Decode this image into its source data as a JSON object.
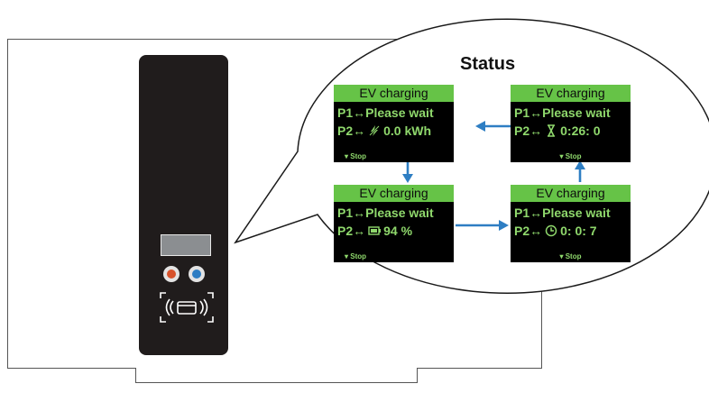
{
  "title": "Status",
  "screens": [
    {
      "header": "EV charging",
      "line1": "P1↔Please wait",
      "line2_prefix": "P2↔",
      "line2_icon": "lightning-slash-icon",
      "line2_value": "0.0 kWh",
      "stop": "▾ Stop"
    },
    {
      "header": "EV charging",
      "line1": "P1↔Please wait",
      "line2_prefix": "P2↔",
      "line2_icon": "hourglass-icon",
      "line2_value": "0:26: 0",
      "stop": "▾ Stop"
    },
    {
      "header": "EV charging",
      "line1": "P1↔Please wait",
      "line2_prefix": "P2↔",
      "line2_icon": "battery-icon",
      "line2_value": "94 %",
      "stop": "▾ Stop"
    },
    {
      "header": "EV charging",
      "line1": "P1↔Please wait",
      "line2_prefix": "P2↔",
      "line2_icon": "clock-icon",
      "line2_value": "0: 0: 7",
      "stop": "▾ Stop"
    }
  ],
  "colors": {
    "header_green": "#66c347",
    "text_green": "#8fd86c",
    "arrow_blue": "#2e7ec3",
    "charger_body": "#201c1c",
    "socket_left": "#d7522b",
    "socket_right": "#2d7dc3"
  }
}
